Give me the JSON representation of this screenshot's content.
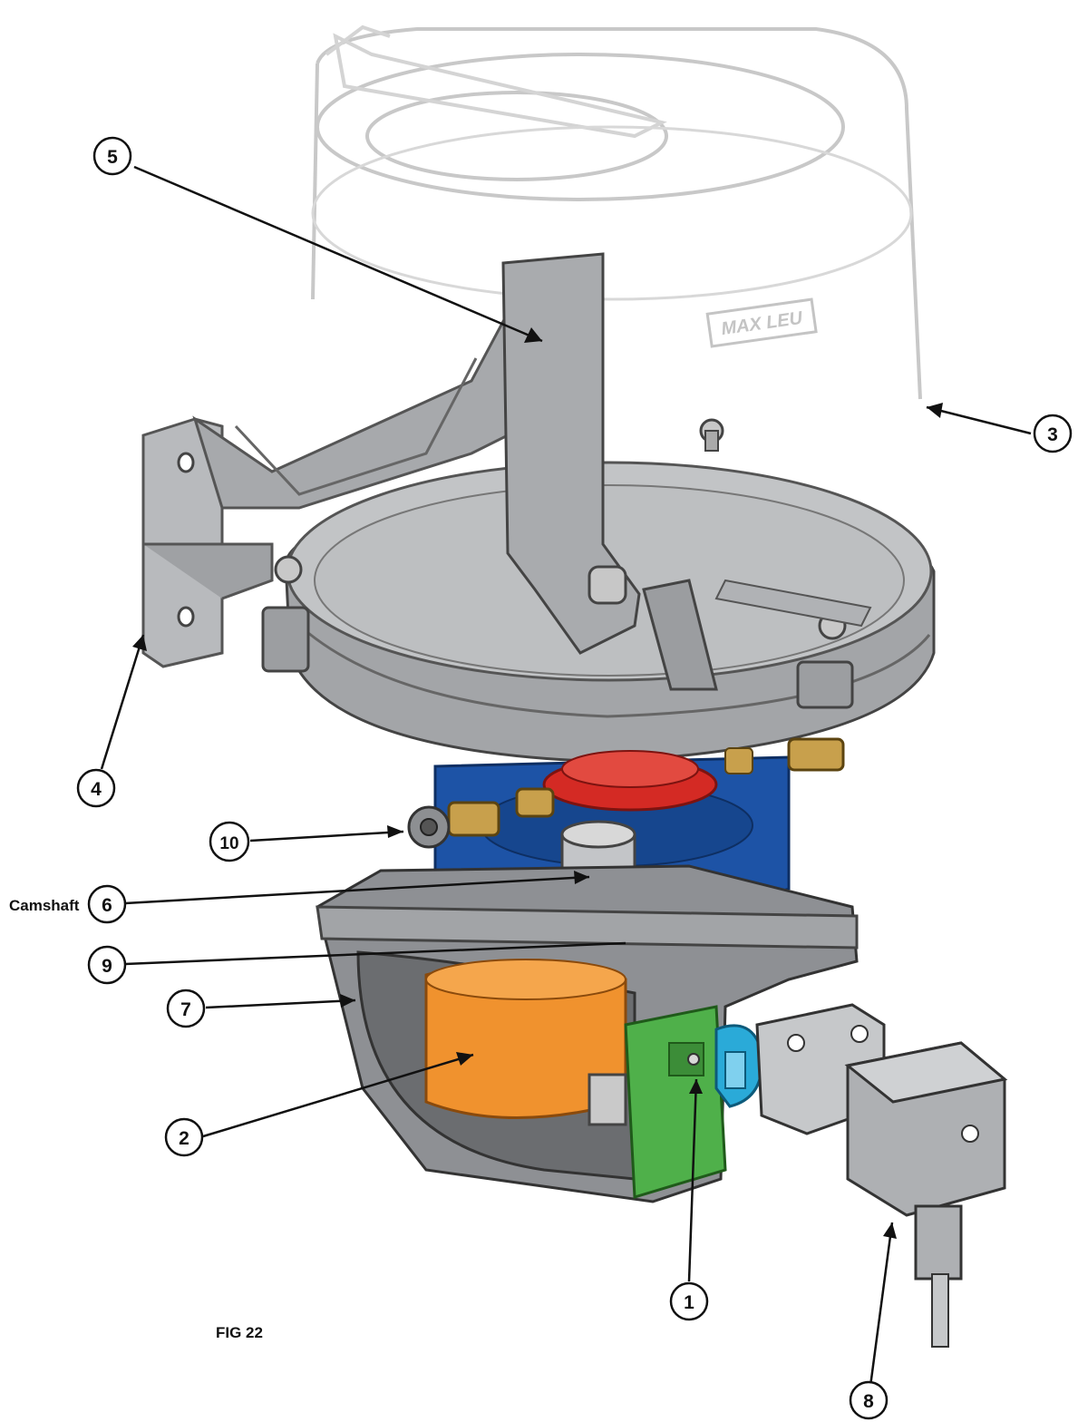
{
  "figure": {
    "caption": "FIG 22",
    "brand_label": "MAX LEU",
    "side_label": "Camshaft"
  },
  "callouts": [
    {
      "id": "1",
      "label": "1"
    },
    {
      "id": "2",
      "label": "2"
    },
    {
      "id": "3",
      "label": "3"
    },
    {
      "id": "4",
      "label": "4"
    },
    {
      "id": "5",
      "label": "5"
    },
    {
      "id": "6",
      "label": "6"
    },
    {
      "id": "7",
      "label": "7"
    },
    {
      "id": "8",
      "label": "8"
    },
    {
      "id": "9",
      "label": "9"
    },
    {
      "id": "10",
      "label": "10"
    }
  ],
  "colors": {
    "reservoir_outline": "#c4c4c4",
    "metal": "#9ea0a4",
    "metal_dark": "#6d6f73",
    "pump_blue": "#1b4fa0",
    "cam_red": "#d42a24",
    "motor_orange": "#f0922e",
    "pcb_green": "#4fb04a",
    "connector_cyan": "#2aaad8",
    "brass": "#c8a04c"
  }
}
